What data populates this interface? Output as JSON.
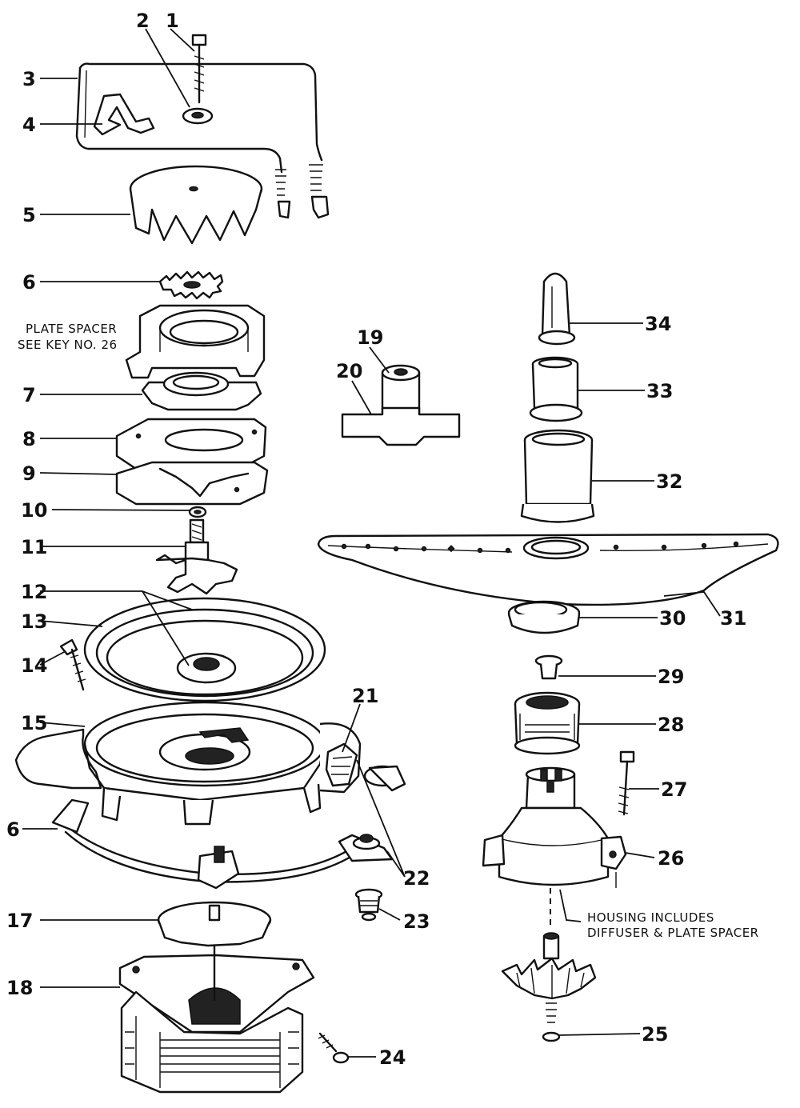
{
  "callouts": {
    "c1": "1",
    "c2": "2",
    "c3": "3",
    "c4": "4",
    "c5": "5",
    "c6a": "6",
    "c6b": "6",
    "c7": "7",
    "c8": "8",
    "c9": "9",
    "c10": "10",
    "c11": "11",
    "c12": "12",
    "c13": "13",
    "c14": "14",
    "c15": "15",
    "c17": "17",
    "c18": "18",
    "c19": "19",
    "c20": "20",
    "c21": "21",
    "c22": "22",
    "c23": "23",
    "c24": "24",
    "c25": "25",
    "c26": "26",
    "c27": "27",
    "c28": "28",
    "c29": "29",
    "c30": "30",
    "c31": "31",
    "c32": "32",
    "c33": "33",
    "c34": "34"
  },
  "notes": {
    "plate_spacer_line1": "PLATE SPACER",
    "plate_spacer_line2": "SEE KEY NO. 26",
    "housing_line1": "HOUSING INCLUDES",
    "housing_line2": "DIFFUSER & PLATE SPACER"
  }
}
